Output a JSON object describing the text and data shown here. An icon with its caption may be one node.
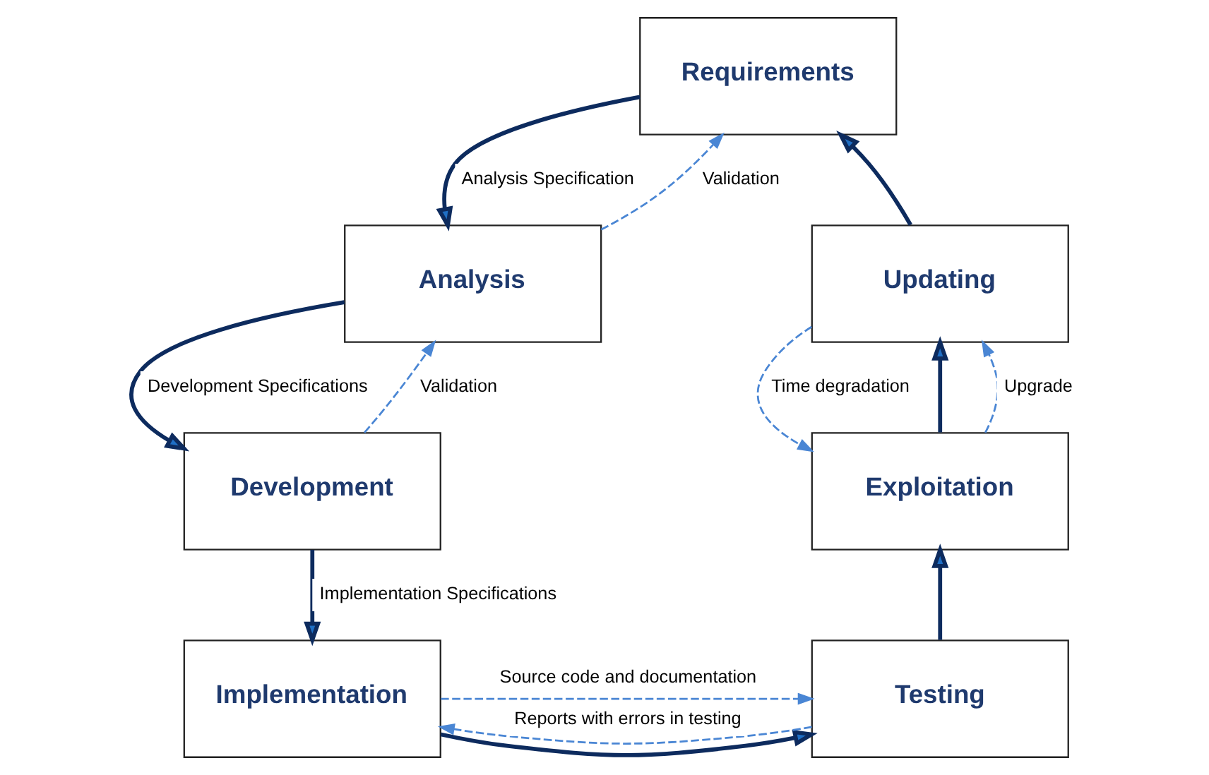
{
  "diagram": {
    "nodes": [
      {
        "text": [
          "Requirements"
        ]
      },
      {
        "text": [
          "Analysis"
        ]
      },
      {
        "text": [
          "Development"
        ]
      },
      {
        "text": [
          "Implementation"
        ]
      },
      {
        "text": [
          "Testing"
        ]
      },
      {
        "text": [
          "Exploitation"
        ]
      },
      {
        "text": [
          "Updating"
        ]
      }
    ],
    "edges": [
      {
        "from": 0,
        "to": 1,
        "arrow": "to",
        "label": "Analysis Specification"
      },
      {
        "from": 1,
        "to": 2,
        "arrow": "to",
        "label": "Development Specifications"
      },
      {
        "from": 2,
        "to": 3,
        "arrow": "to",
        "label": "Implementation Specifications"
      },
      {
        "from": 3,
        "to": 4,
        "arrow": "to"
      },
      {
        "from": 4,
        "to": 5,
        "arrow": "to"
      },
      {
        "from": 5,
        "to": 6,
        "arrow": "to"
      },
      {
        "from": 6,
        "to": 0,
        "arrow": "to"
      },
      {
        "from": 1,
        "to": 0,
        "arrow": "to",
        "label": "Validation",
        "style": "dashed",
        "color": "#4a86d4"
      },
      {
        "from": 2,
        "to": 1,
        "arrow": "to",
        "label": "Validation",
        "style": "dashed",
        "color": "#4a86d4"
      },
      {
        "from": 4,
        "to": 3,
        "arrow": "to",
        "label": "Reports with errors in testing",
        "style": "dashed",
        "color": "#4a86d4"
      },
      {
        "from": 3,
        "to": 4,
        "arrow": "to",
        "label": "Source code and documentation",
        "style": "dashed",
        "color": "#4a86d4"
      },
      {
        "from": 5,
        "to": 6,
        "arrow": "to",
        "label": "Upgrade",
        "style": "dashed",
        "color": "#4a86d4"
      },
      {
        "from": 6,
        "to": 5,
        "arrow": "to",
        "label": "Time degradation",
        "style": "dashed",
        "color": "#4a86d4"
      }
    ]
  }
}
